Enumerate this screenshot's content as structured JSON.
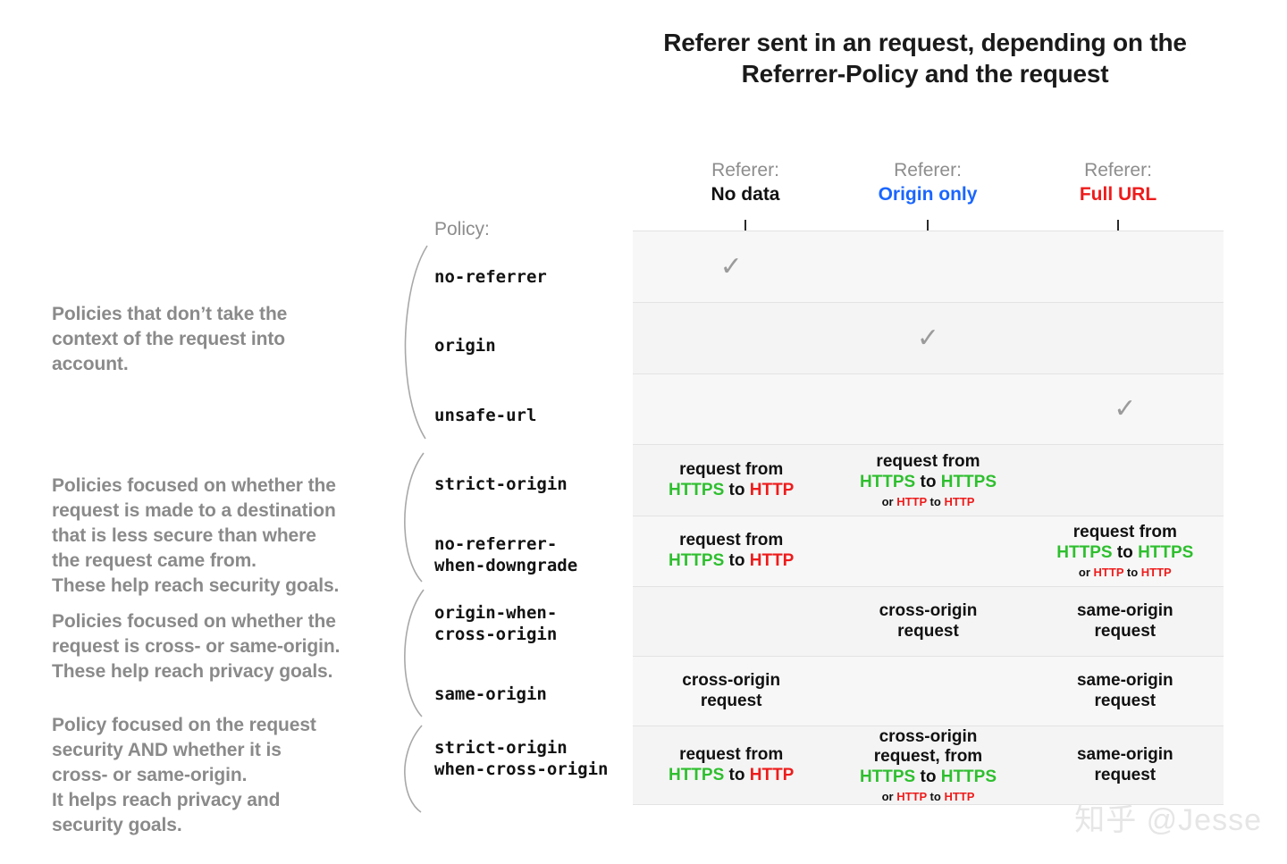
{
  "title": "Referer sent in an request, depending on the Referrer-Policy and the request",
  "watermark": "知乎 @Jesse",
  "labels": {
    "policy_head": "Policy:",
    "referer_prefix": "Referer:"
  },
  "colors": {
    "no_data": "#111111",
    "origin_only": "#1a66ff",
    "full_url": "#ee1b1b",
    "https": "#2ebf2e",
    "http": "#ee1b1b",
    "muted": "#8a8a8a",
    "row_bg": "#f7f7f7",
    "row_border": "#e3e3e3"
  },
  "columns": [
    {
      "label": "Referer:",
      "value": "No data",
      "color": "#111111"
    },
    {
      "label": "Referer:",
      "value": "Origin only",
      "color": "#1a66ff"
    },
    {
      "label": "Referer:",
      "value": "Full URL",
      "color": "#ee1b1b"
    }
  ],
  "groups": [
    {
      "description": "Policies that don’t take the\ncontext of the request into\naccount.",
      "policies": [
        "no-referrer",
        "origin",
        "unsafe-url"
      ]
    },
    {
      "description": "Policies focused on whether the\nrequest is made to a destination\nthat is less secure than where\nthe request came from.\nThese help reach security goals.",
      "policies": [
        "strict-origin",
        "no-referrer-\nwhen-downgrade"
      ]
    },
    {
      "description": "Policies focused on whether the\nrequest is cross- or same-origin.\nThese help reach privacy goals.",
      "policies": [
        "origin-when-\ncross-origin",
        "same-origin"
      ]
    },
    {
      "description": "Policy focused on the request\nsecurity AND whether it is\ncross- or same-origin.\nIt helps reach privacy and\nsecurity goals.",
      "policies": [
        "strict-origin\nwhen-cross-origin"
      ]
    }
  ],
  "rows": [
    {
      "policy": "no-referrer",
      "cells": [
        {
          "kind": "check",
          "text": "✓"
        },
        {
          "kind": "empty",
          "text": ""
        },
        {
          "kind": "empty",
          "text": ""
        }
      ]
    },
    {
      "policy": "origin",
      "cells": [
        {
          "kind": "empty",
          "text": ""
        },
        {
          "kind": "check",
          "text": "✓"
        },
        {
          "kind": "empty",
          "text": ""
        }
      ]
    },
    {
      "policy": "unsafe-url",
      "cells": [
        {
          "kind": "empty",
          "text": ""
        },
        {
          "kind": "empty",
          "text": ""
        },
        {
          "kind": "check",
          "text": "✓"
        }
      ]
    },
    {
      "policy": "strict-origin",
      "cells": [
        {
          "kind": "scheme",
          "line1": "request from",
          "from": "HTTPS",
          "from_type": "https",
          "to": "HTTP",
          "to_type": "http",
          "sub": ""
        },
        {
          "kind": "scheme",
          "line1": "request from",
          "from": "HTTPS",
          "from_type": "https",
          "to": "HTTPS",
          "to_type": "https",
          "sub": "or HTTP to HTTP"
        },
        {
          "kind": "empty",
          "text": ""
        }
      ]
    },
    {
      "policy": "no-referrer-when-downgrade",
      "cells": [
        {
          "kind": "scheme",
          "line1": "request from",
          "from": "HTTPS",
          "from_type": "https",
          "to": "HTTP",
          "to_type": "http",
          "sub": ""
        },
        {
          "kind": "empty",
          "text": ""
        },
        {
          "kind": "scheme",
          "line1": "request from",
          "from": "HTTPS",
          "from_type": "https",
          "to": "HTTPS",
          "to_type": "https",
          "sub": "or HTTP to HTTP"
        }
      ]
    },
    {
      "policy": "origin-when-cross-origin",
      "cells": [
        {
          "kind": "empty",
          "text": ""
        },
        {
          "kind": "text",
          "text": "cross-origin\nrequest"
        },
        {
          "kind": "text",
          "text": "same-origin\nrequest"
        }
      ]
    },
    {
      "policy": "same-origin",
      "cells": [
        {
          "kind": "text",
          "text": "cross-origin\nrequest"
        },
        {
          "kind": "empty",
          "text": ""
        },
        {
          "kind": "text",
          "text": "same-origin\nrequest"
        }
      ]
    },
    {
      "policy": "strict-origin-when-cross-origin",
      "cells": [
        {
          "kind": "scheme",
          "line1": "request from",
          "from": "HTTPS",
          "from_type": "https",
          "to": "HTTP",
          "to_type": "http",
          "sub": ""
        },
        {
          "kind": "scheme",
          "line1": "cross-origin\nrequest, from",
          "from": "HTTPS",
          "from_type": "https",
          "to": "HTTPS",
          "to_type": "https",
          "sub": "or HTTP to HTTP"
        },
        {
          "kind": "text",
          "text": "same-origin\nrequest"
        }
      ]
    }
  ],
  "sub_parts": {
    "or": "or",
    "to": "to",
    "http": "HTTP"
  },
  "connector": "to"
}
